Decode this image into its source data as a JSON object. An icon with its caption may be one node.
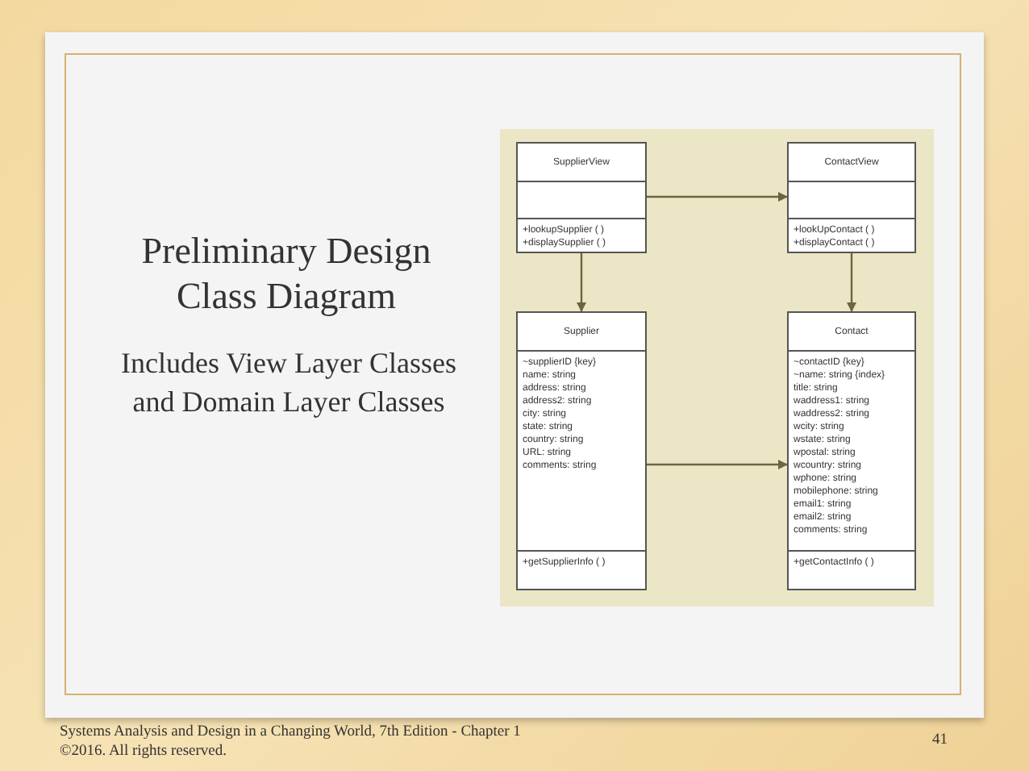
{
  "diagram": {
    "title": "Preliminary Design Class Diagram",
    "nodes": [
      {
        "text": [
          "SupplierView"
        ]
      },
      {
        "text": [],
        "shape": "box",
        "in": 0
      },
      {
        "text": [
          "+lookupSupplier ( )",
          "+displaySupplier ( )"
        ],
        "in": 0
      },
      {
        "text": [
          "ContactView"
        ]
      },
      {
        "text": [],
        "shape": "box",
        "in": 3
      },
      {
        "text": [
          "+lookUpContact ( )",
          "+displayContact ( )"
        ],
        "in": 3
      },
      {
        "text": [
          "Supplier"
        ]
      },
      {
        "text": [
          "~supplierID {key}",
          "name: string",
          "address: string",
          "address2: string",
          "city: string",
          "state: string",
          "country: string",
          "URL: string",
          "comments: string"
        ],
        "in": 6
      },
      {
        "text": [
          "+getSupplierInfo ( )"
        ],
        "in": 6
      },
      {
        "text": [
          "Contact"
        ]
      },
      {
        "text": [
          "~contactID {key}",
          "~name: string {index}",
          "title: string",
          "waddress1: string",
          "waddress2: string",
          "wcity: string",
          "wstate: string",
          "wpostal: string",
          "wcountry: string",
          "wphone: string",
          "mobilephone: string",
          "email1: string",
          "email2: string",
          "comments: string"
        ],
        "in": 9
      },
      {
        "text": [
          "+getContactInfo ( )"
        ],
        "in": 9
      }
    ],
    "edges": [
      {
        "from": 0,
        "to": 3,
        "arrow": "to"
      },
      {
        "from": 0,
        "to": 6,
        "arrow": "to"
      },
      {
        "from": 3,
        "to": 9,
        "arrow": "to"
      },
      {
        "from": 6,
        "to": 9,
        "arrow": "to"
      }
    ],
    "labels": [
      "Includes View Layer Classes and Domain Layer Classes",
      "Systems Analysis and Design in a Changing World, 7th Edition - Chapter 1",
      "©2016. All rights reserved.",
      "41"
    ]
  }
}
